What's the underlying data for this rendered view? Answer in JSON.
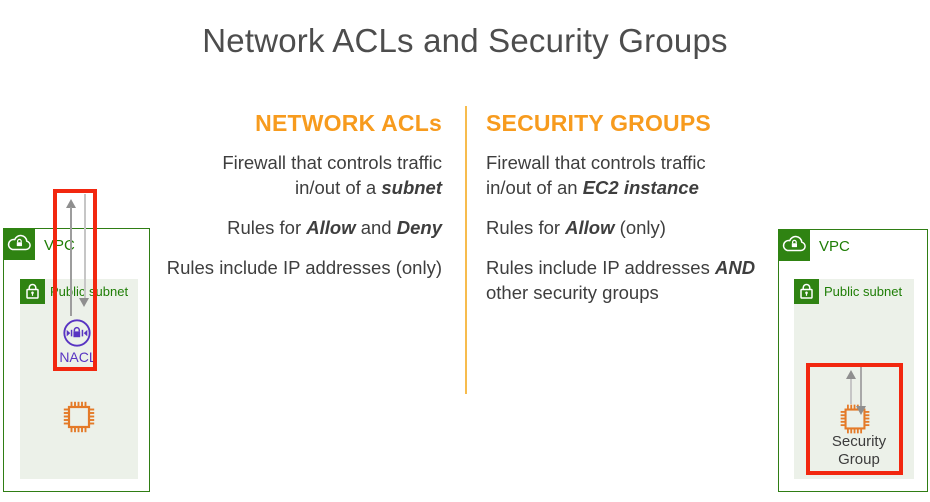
{
  "title": "Network ACLs and Security Groups",
  "colors": {
    "heading_orange": "#F79B1E",
    "divider_orange": "#F7BC4D",
    "body_text": "#3E3E3E",
    "title_gray": "#4D4D4D",
    "aws_green_fill": "#2F8312",
    "aws_green_text": "#1F7E06",
    "vpc_border_green": "#2F7D14",
    "subnet_bg": "#ECF1E9",
    "nacl_purple": "#5834C2",
    "ec2_chip_orange": "#E47A28",
    "highlight_red": "#F2270F",
    "arrow_gray": "#9D9D9D"
  },
  "network_acls": {
    "heading": "NETWORK ACLs",
    "p1_line1": "Firewall that controls traffic",
    "p1_line2_pre": "in/out of a ",
    "p1_line2_em": "subnet",
    "p2_pre": "Rules for ",
    "p2_em1": "Allow",
    "p2_mid": " and ",
    "p2_em2": "Deny",
    "p3": "Rules include IP addresses (only)"
  },
  "security_groups": {
    "heading": "SECURITY GROUPS",
    "p1_line1": "Firewall that controls traffic",
    "p1_line2_pre": "in/out of an ",
    "p1_line2_em": "EC2 instance",
    "p2_pre": "Rules for ",
    "p2_em": "Allow",
    "p2_post": " (only)",
    "p3_line1_pre": "Rules include IP addresses ",
    "p3_line1_em": "AND",
    "p3_line2": "other security groups"
  },
  "left_diagram": {
    "vpc_label": "VPC",
    "subnet_label": "Public subnet",
    "nacl_label": "NACL",
    "icons": [
      "vpc-cloud-lock-icon",
      "subnet-lock-icon",
      "network-acl-icon",
      "ec2-chip-icon",
      "up-arrow",
      "down-arrow",
      "red-highlight-box"
    ]
  },
  "right_diagram": {
    "vpc_label": "VPC",
    "subnet_label": "Public subnet",
    "sg_label_line1": "Security",
    "sg_label_line2": "Group",
    "icons": [
      "vpc-cloud-lock-icon",
      "subnet-lock-icon",
      "ec2-chip-icon",
      "up-arrow",
      "down-arrow",
      "red-highlight-box"
    ]
  }
}
